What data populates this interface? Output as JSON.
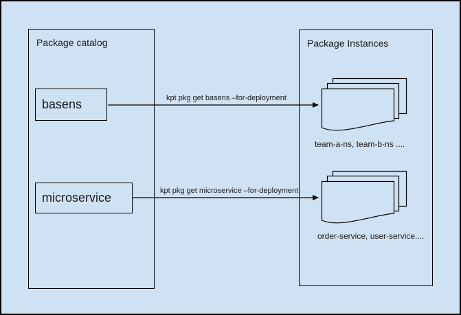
{
  "canvas": {
    "background_color": "#cfe2f3",
    "stroke_color": "#000000"
  },
  "catalog_box": {
    "title": "Package catalog",
    "packages": [
      {
        "label": "basens"
      },
      {
        "label": "microservice"
      }
    ]
  },
  "instances_box": {
    "title": "Package Instances"
  },
  "flows": [
    {
      "package": "basens",
      "command": "kpt pkg get basens –for-deployment",
      "instances_caption": "team-a-ns, team-b-ns ...."
    },
    {
      "package": "microservice",
      "command": "kpt pkg get microservice –for-deployment",
      "instances_caption": "order-service, user-service...."
    }
  ]
}
